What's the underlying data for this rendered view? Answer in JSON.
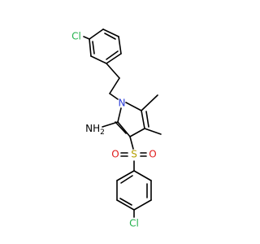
{
  "colors": {
    "bond": "#000000",
    "chlorine": "#22b14c",
    "nitrogen": "#2a3cd6",
    "oxygen": "#e01b1b",
    "sulfur": "#b5a000",
    "amine": "#000000"
  },
  "atoms": {
    "cl_top": "Cl",
    "n_ring": "N",
    "amine": "NH",
    "amine_sub": "2",
    "sulfur": "S",
    "oxygen_left": "O",
    "oxygen_right": "O",
    "cl_bottom": "Cl"
  }
}
